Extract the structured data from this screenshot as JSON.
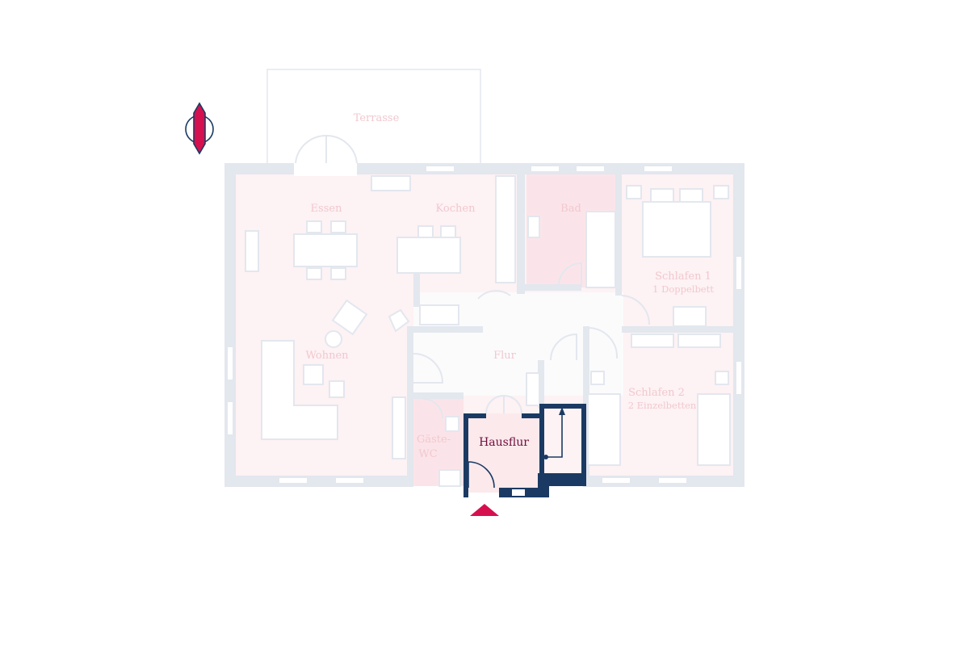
{
  "plan": {
    "rooms": {
      "terrasse": "Terrasse",
      "essen": "Essen",
      "kochen": "Kochen",
      "bad": "Bad",
      "schlafen1": "Schlafen 1",
      "schlafen1_beds": "1 Doppelbett",
      "wohnen": "Wohnen",
      "flur": "Flur",
      "schlafen2": "Schlafen 2",
      "schlafen2_beds": "2 Einzelbetten",
      "gaeste_line1": "Gäste-",
      "gaeste_line2": "WC",
      "hausflur": "Hausflur"
    },
    "highlighted_room": "Hausflur",
    "icons": {
      "compass": "north-arrow-icon",
      "entrance": "entrance-arrow-icon"
    },
    "colors": {
      "room_fill": "#fdf2f4",
      "wall": "#e3e7ee",
      "highlight_wall": "#1b3a63",
      "highlight_fill": "#fbe9ec",
      "accent": "#d6104f",
      "label": "#f1c8cf",
      "highlight_label": "#6e0d3a"
    }
  }
}
